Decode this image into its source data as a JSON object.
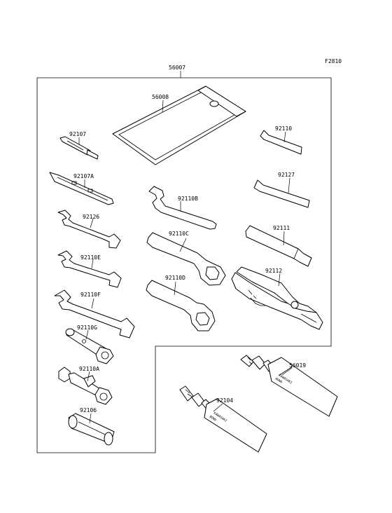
{
  "figure_code": "F2810",
  "kit": {
    "part_number": "56007"
  },
  "parts": [
    {
      "id": "pouch",
      "part_number": "56008"
    },
    {
      "id": "screwdriver-bit",
      "part_number": "92107"
    },
    {
      "id": "screwdriver-grip",
      "part_number": "92107A"
    },
    {
      "id": "wrench-small",
      "part_number": "92126"
    },
    {
      "id": "wrench-medium",
      "part_number": "92110E"
    },
    {
      "id": "wrench-large",
      "part_number": "92110F"
    },
    {
      "id": "spark-plug-wrench",
      "part_number": "92110G"
    },
    {
      "id": "socket-wrench",
      "part_number": "92110A"
    },
    {
      "id": "tommy-bar-handle",
      "part_number": "92106"
    },
    {
      "id": "hook-wrench",
      "part_number": "92110B"
    },
    {
      "id": "box-wrench-c",
      "part_number": "92110C"
    },
    {
      "id": "box-wrench-d",
      "part_number": "92110D"
    },
    {
      "id": "hex-key-small",
      "part_number": "92110"
    },
    {
      "id": "hex-key-large",
      "part_number": "92127"
    },
    {
      "id": "extension-handle",
      "part_number": "92111"
    },
    {
      "id": "pliers",
      "part_number": "92112"
    },
    {
      "id": "bond-tube-large",
      "part_number": "56019"
    },
    {
      "id": "bond-tube-small",
      "part_number": "92104"
    }
  ],
  "tube_label": {
    "line1": "KAWASAKI",
    "line2": "BOND"
  }
}
